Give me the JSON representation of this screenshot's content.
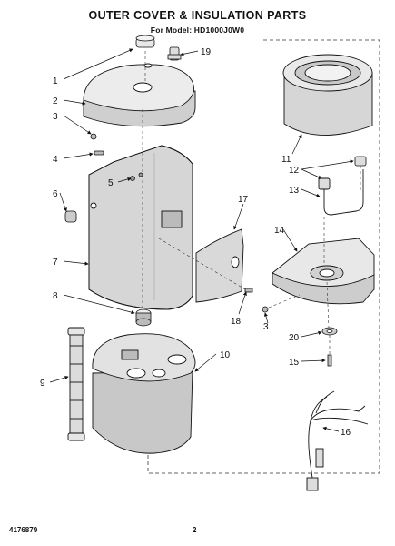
{
  "header": {
    "title": "OUTER COVER & INSULATION PARTS",
    "subtitle": "For Model: HD1000J0W0"
  },
  "footer": {
    "code": "4176879",
    "page": "2"
  },
  "callouts": [
    "1",
    "2",
    "3",
    "4",
    "5",
    "6",
    "7",
    "8",
    "9",
    "10",
    "11",
    "12",
    "13",
    "14",
    "15",
    "16",
    "17",
    "18",
    "19",
    "20",
    "3"
  ]
}
